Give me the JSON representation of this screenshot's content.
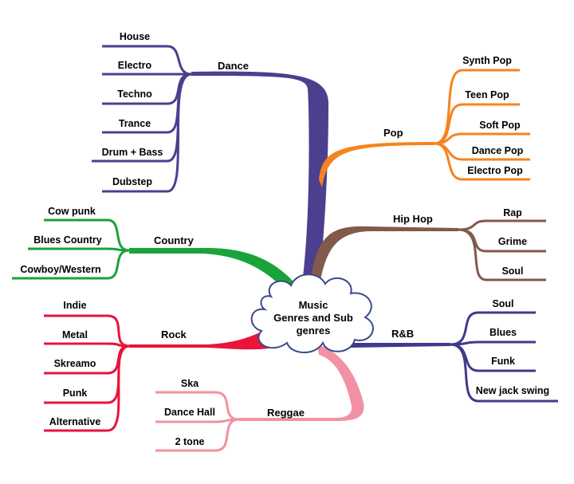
{
  "center": {
    "lines": [
      "Music",
      "Genres and Sub",
      "genres"
    ]
  },
  "colors": {
    "dance": "#4b3f8e",
    "pop": "#f5831f",
    "hiphop": "#82594a",
    "rnb": "#3f3a8c",
    "country": "#1aa33a",
    "rock": "#e8143c",
    "reggae": "#f291a3",
    "cloud_fill": "#ffffff",
    "cloud_stroke": "#3a4a8a"
  },
  "branches": {
    "dance": {
      "label": "Dance",
      "children": [
        "House",
        "Electro",
        "Techno",
        "Trance",
        "Drum + Bass",
        "Dubstep"
      ]
    },
    "pop": {
      "label": "Pop",
      "children": [
        "Synth Pop",
        "Teen Pop",
        "Soft Pop",
        "Dance Pop",
        "Electro Pop"
      ]
    },
    "hiphop": {
      "label": "Hip Hop",
      "children": [
        "Rap",
        "Grime",
        "Soul"
      ]
    },
    "rnb": {
      "label": "R&B",
      "children": [
        "Soul",
        "Blues",
        "Funk",
        "New jack swing"
      ]
    },
    "country": {
      "label": "Country",
      "children": [
        "Cow punk",
        "Blues Country",
        "Cowboy/Western"
      ]
    },
    "rock": {
      "label": "Rock",
      "children": [
        "Indie",
        "Metal",
        "Skreamo",
        "Punk",
        "Alternative"
      ]
    },
    "reggae": {
      "label": "Reggae",
      "children": [
        "Ska",
        "Dance Hall",
        "2 tone"
      ]
    }
  }
}
